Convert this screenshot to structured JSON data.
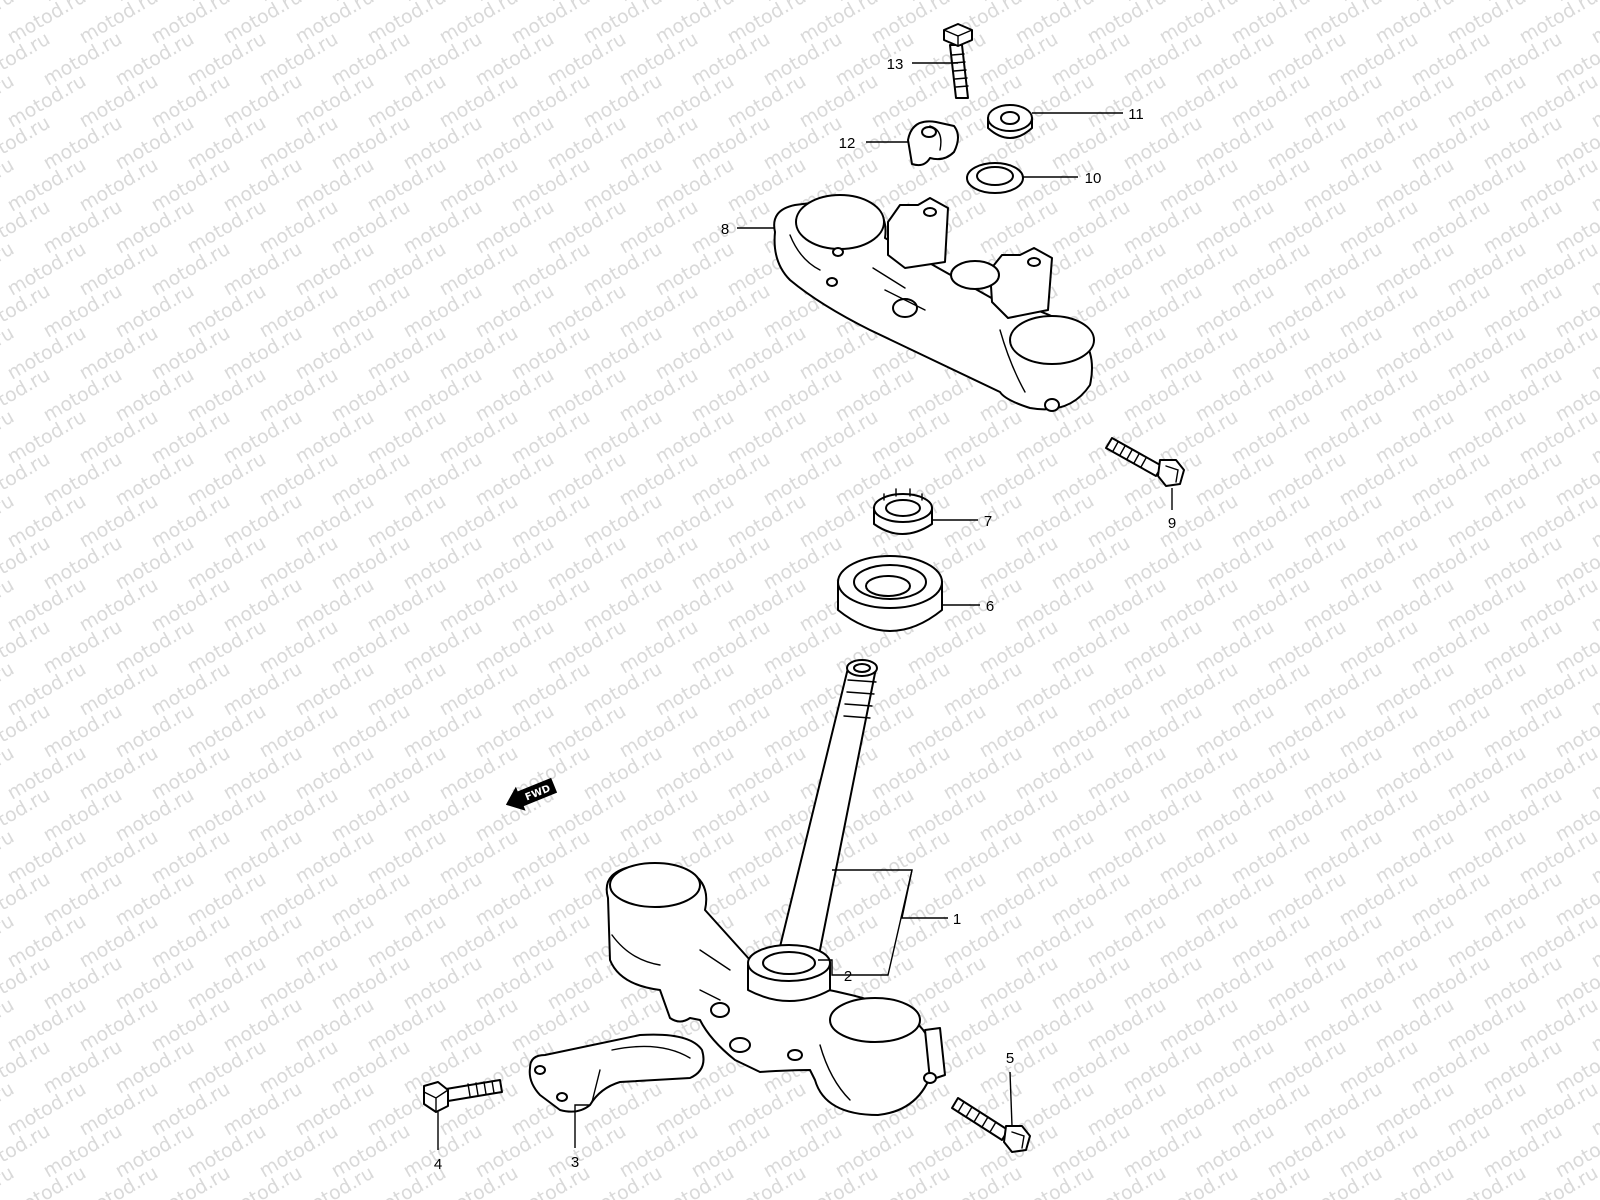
{
  "watermark": {
    "text": "motod.ru"
  },
  "direction_arrow": {
    "label": "FWD"
  },
  "callouts": [
    {
      "id": "1",
      "label": "1"
    },
    {
      "id": "2",
      "label": "2"
    },
    {
      "id": "3",
      "label": "3"
    },
    {
      "id": "4",
      "label": "4"
    },
    {
      "id": "5",
      "label": "5"
    },
    {
      "id": "6",
      "label": "6"
    },
    {
      "id": "7",
      "label": "7"
    },
    {
      "id": "8",
      "label": "8"
    },
    {
      "id": "9",
      "label": "9"
    },
    {
      "id": "10",
      "label": "10"
    },
    {
      "id": "11",
      "label": "11"
    },
    {
      "id": "12",
      "label": "12"
    },
    {
      "id": "13",
      "label": "13"
    }
  ]
}
